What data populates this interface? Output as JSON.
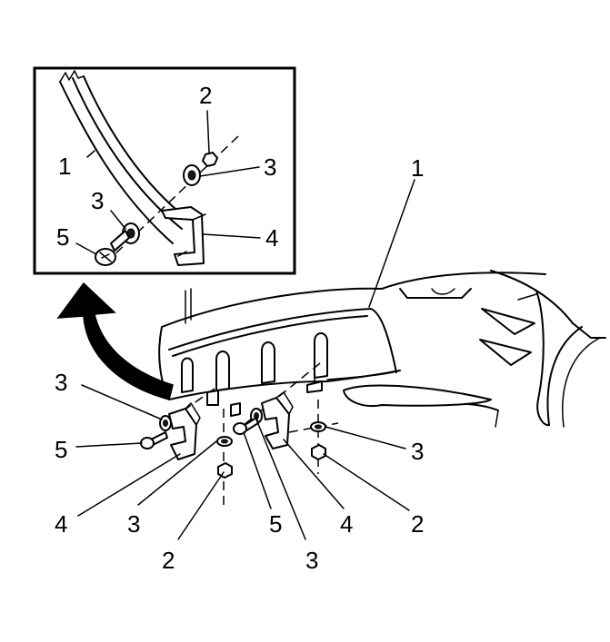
{
  "diagram": {
    "callouts": {
      "inset_1": "1",
      "inset_2": "2",
      "inset_3_right": "3",
      "inset_3_left": "3",
      "inset_4": "4",
      "inset_5": "5",
      "main_1": "1",
      "main_3_upper_left": "3",
      "main_5_left": "5",
      "main_4_left": "4",
      "main_3_lower_left": "3",
      "main_2_lower_left": "2",
      "main_5_center": "5",
      "main_3_center": "3",
      "main_4_right": "4",
      "main_2_right": "2",
      "main_3_right": "3"
    },
    "colors": {
      "line": "#000000",
      "background": "#ffffff",
      "shade": "#cfcfcf",
      "arrow": "#000000"
    }
  }
}
